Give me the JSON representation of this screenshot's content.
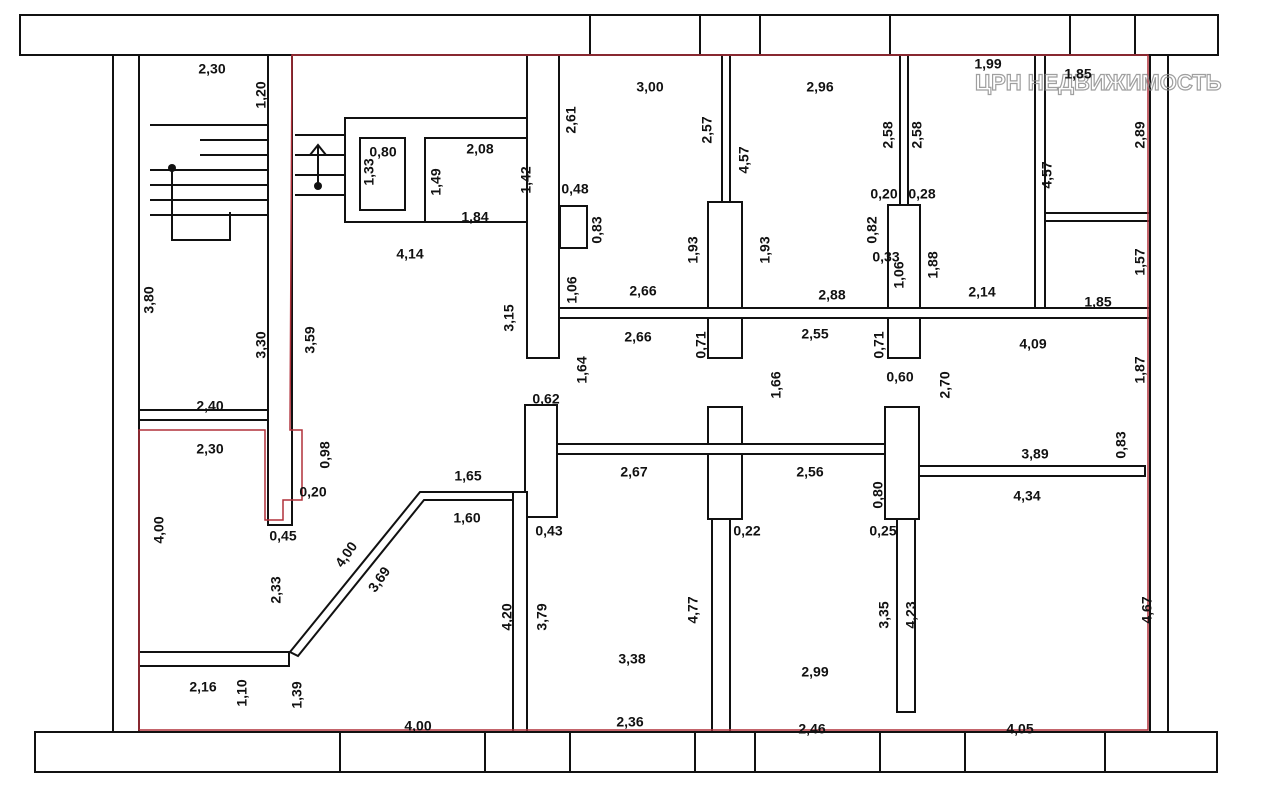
{
  "watermark": "ЦРН НЕДВИЖИМОСТЬ",
  "dimensions": [
    "2,30",
    "1,20",
    "2,61",
    "3,00",
    "2,57",
    "2,96",
    "2,58",
    "2,58",
    "1,99",
    "1,85",
    "2,89",
    "0,80",
    "1,33",
    "2,08",
    "1,49",
    "1,42",
    "0,48",
    "4,57",
    "0,20",
    "0,28",
    "4,57",
    "1,84",
    "0,83",
    "0,82",
    "4,14",
    "1,93",
    "1,93",
    "0,33",
    "1,06",
    "1,88",
    "1,57",
    "3,80",
    "1,06",
    "2,66",
    "2,88",
    "2,14",
    "1,85",
    "3,15",
    "3,30",
    "3,59",
    "2,66",
    "0,71",
    "2,55",
    "0,71",
    "4,09",
    "1,64",
    "1,66",
    "0,60",
    "2,70",
    "1,87",
    "2,40",
    "0,62",
    "2,30",
    "0,98",
    "0,83",
    "2,67",
    "2,56",
    "3,89",
    "1,65",
    "0,20",
    "0,80",
    "4,34",
    "1,60",
    "4,00",
    "0,45",
    "0,43",
    "0,22",
    "0,25",
    "4,00",
    "3,69",
    "2,33",
    "4,20",
    "3,79",
    "4,77",
    "3,35",
    "4,23",
    "4,67",
    "3,38",
    "2,99",
    "2,16",
    "1,10",
    "1,39",
    "4,00",
    "2,36",
    "2,46",
    "4,05"
  ]
}
